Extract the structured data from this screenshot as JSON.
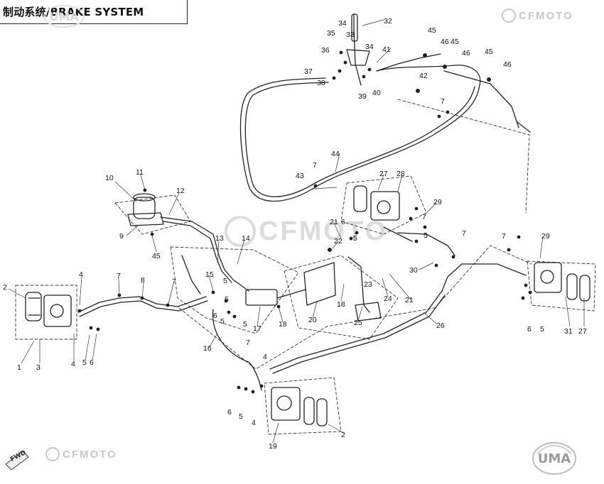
{
  "title": "制动系统/BRAKE SYSTEM",
  "brand": {
    "text": "CFMOTO",
    "color": "#c8c8c8"
  },
  "uma_label": "UMA",
  "fwd_label": "FWD",
  "callouts": [
    {
      "id": "c1",
      "text": "1"
    },
    {
      "id": "c2",
      "text": "2"
    },
    {
      "id": "c3",
      "text": "3"
    },
    {
      "id": "c4a",
      "text": "4"
    },
    {
      "id": "c4b",
      "text": "4"
    },
    {
      "id": "c4c",
      "text": "4"
    },
    {
      "id": "c4d",
      "text": "4"
    },
    {
      "id": "c5a",
      "text": "5"
    },
    {
      "id": "c5b",
      "text": "5"
    },
    {
      "id": "c5c",
      "text": "5"
    },
    {
      "id": "c5d",
      "text": "5"
    },
    {
      "id": "c5e",
      "text": "5"
    },
    {
      "id": "c5f",
      "text": "5"
    },
    {
      "id": "c5g",
      "text": "5"
    },
    {
      "id": "c5h",
      "text": "5"
    },
    {
      "id": "c5i",
      "text": "5"
    },
    {
      "id": "c6a",
      "text": "6"
    },
    {
      "id": "c6b",
      "text": "6"
    },
    {
      "id": "c6c",
      "text": "6"
    },
    {
      "id": "c6d",
      "text": "6"
    },
    {
      "id": "c6e",
      "text": "6"
    },
    {
      "id": "c7a",
      "text": "7"
    },
    {
      "id": "c7b",
      "text": "7"
    },
    {
      "id": "c7c",
      "text": "7"
    },
    {
      "id": "c7d",
      "text": "7"
    },
    {
      "id": "c7e",
      "text": "7"
    },
    {
      "id": "c7f",
      "text": "7"
    },
    {
      "id": "c7g",
      "text": "7"
    },
    {
      "id": "c7h",
      "text": "7"
    },
    {
      "id": "c8",
      "text": "8"
    },
    {
      "id": "c9",
      "text": "9"
    },
    {
      "id": "c10",
      "text": "10"
    },
    {
      "id": "c11",
      "text": "11"
    },
    {
      "id": "c12",
      "text": "12"
    },
    {
      "id": "c13",
      "text": "13"
    },
    {
      "id": "c14",
      "text": "14"
    },
    {
      "id": "c15",
      "text": "15"
    },
    {
      "id": "c16",
      "text": "16"
    },
    {
      "id": "c17",
      "text": "17"
    },
    {
      "id": "c18a",
      "text": "18"
    },
    {
      "id": "c18b",
      "text": "18"
    },
    {
      "id": "c19",
      "text": "19"
    },
    {
      "id": "c20",
      "text": "20"
    },
    {
      "id": "c21a",
      "text": "21"
    },
    {
      "id": "c21b",
      "text": "21"
    },
    {
      "id": "c22",
      "text": "22"
    },
    {
      "id": "c23",
      "text": "23"
    },
    {
      "id": "c24",
      "text": "24"
    },
    {
      "id": "c25",
      "text": "25"
    },
    {
      "id": "c26",
      "text": "26"
    },
    {
      "id": "c27a",
      "text": "27"
    },
    {
      "id": "c27b",
      "text": "27"
    },
    {
      "id": "c28",
      "text": "28"
    },
    {
      "id": "c29a",
      "text": "29"
    },
    {
      "id": "c29b",
      "text": "29"
    },
    {
      "id": "c30",
      "text": "30"
    },
    {
      "id": "c31",
      "text": "31"
    },
    {
      "id": "c2b",
      "text": "2"
    },
    {
      "id": "c32",
      "text": "32"
    },
    {
      "id": "c33",
      "text": "33"
    },
    {
      "id": "c34a",
      "text": "34"
    },
    {
      "id": "c34b",
      "text": "34"
    },
    {
      "id": "c35",
      "text": "35"
    },
    {
      "id": "c36",
      "text": "36"
    },
    {
      "id": "c37",
      "text": "37"
    },
    {
      "id": "c38",
      "text": "38"
    },
    {
      "id": "c39",
      "text": "39"
    },
    {
      "id": "c40",
      "text": "40"
    },
    {
      "id": "c41",
      "text": "41"
    },
    {
      "id": "c42",
      "text": "42"
    },
    {
      "id": "c43",
      "text": "43"
    },
    {
      "id": "c44",
      "text": "44"
    },
    {
      "id": "c45a",
      "text": "45"
    },
    {
      "id": "c45b",
      "text": "45"
    },
    {
      "id": "c45c",
      "text": "45"
    },
    {
      "id": "c45d",
      "text": "45"
    },
    {
      "id": "c46a",
      "text": "46"
    },
    {
      "id": "c46b",
      "text": "46"
    },
    {
      "id": "c46c",
      "text": "46"
    }
  ]
}
